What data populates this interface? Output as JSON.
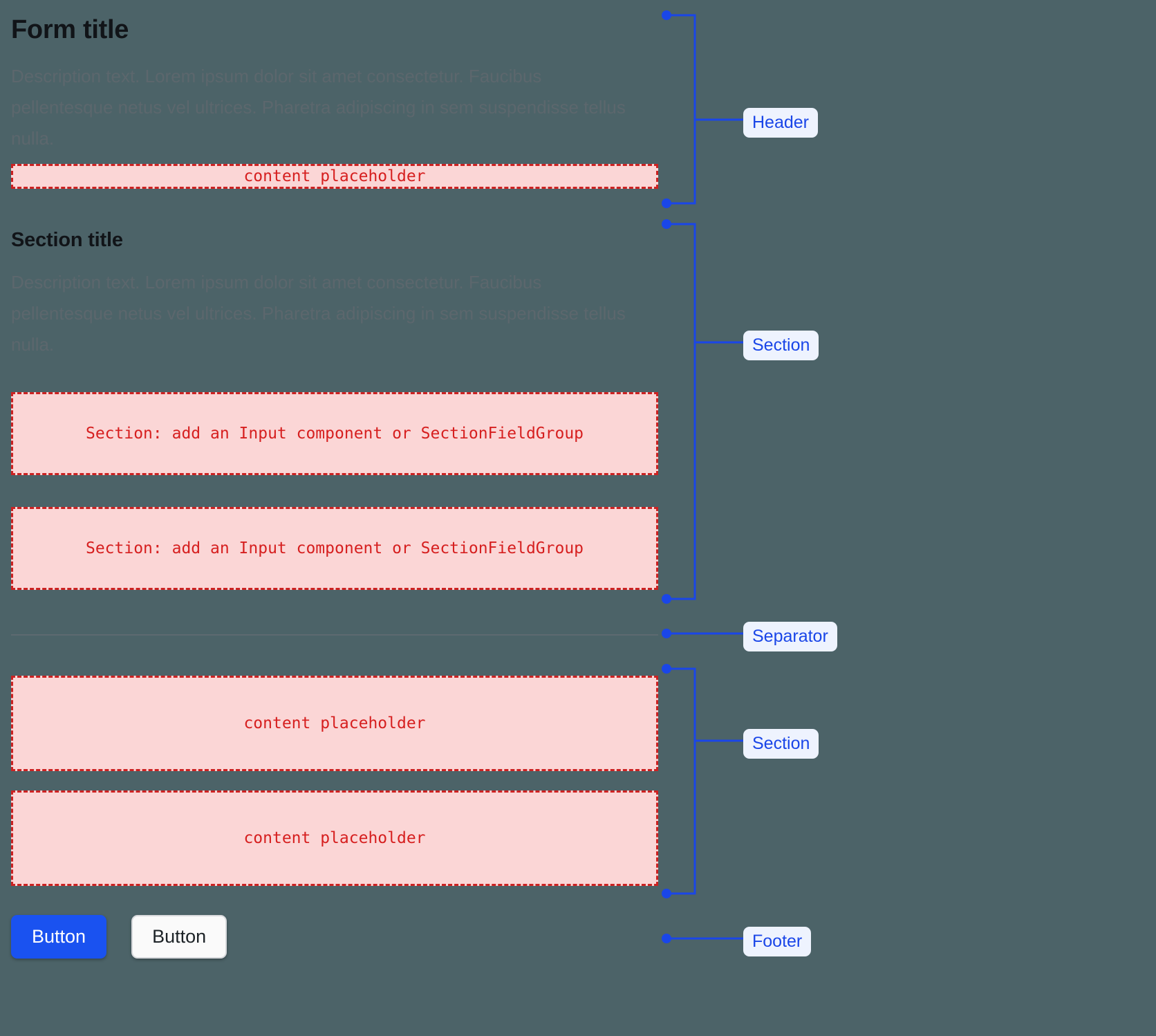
{
  "theme": {
    "background": "#4c6368",
    "title_color": "#111418",
    "description_color": "#5c676d",
    "placeholder_fill": "#fbd6d6",
    "placeholder_border": "#cc2222",
    "placeholder_text": "#d61f1f",
    "annotation_color": "#1a46e8",
    "annotation_badge_fill": "#eef3fe",
    "primary_button_fill": "#1a52f0",
    "separator_color": "#5d6a70"
  },
  "form": {
    "title": "Form title",
    "header_description": "Description text. Lorem ipsum dolor sit amet consectetur. Faucibus pellentesque netus vel ultrices. Pharetra adipiscing in sem suspendisse tellus nulla.",
    "header_placeholder": "content placeholder",
    "section_title": "Section title",
    "section_description": "Description text. Lorem ipsum dolor sit amet consectetur. Faucibus pellentesque netus vel ultrices. Pharetra adipiscing in sem suspendisse tellus nulla.",
    "section_placeholder_1": "Section: add an Input component or SectionFieldGroup",
    "section_placeholder_2": "Section: add an Input component or SectionFieldGroup",
    "lower_placeholder_1": "content placeholder",
    "lower_placeholder_2": "content placeholder"
  },
  "footer": {
    "primary_button": "Button",
    "secondary_button": "Button"
  },
  "annotations": {
    "header": "Header",
    "section_upper": "Section",
    "separator": "Separator",
    "section_lower": "Section",
    "footer": "Footer"
  }
}
